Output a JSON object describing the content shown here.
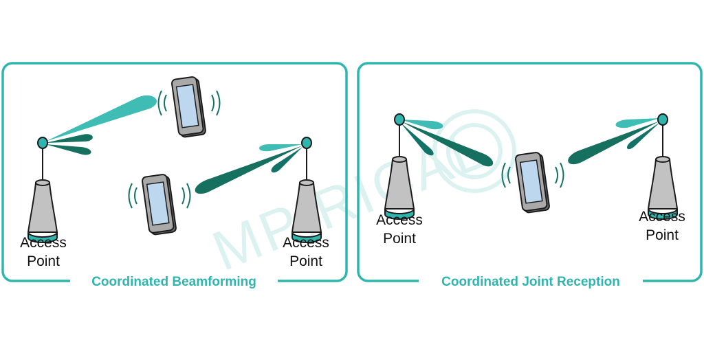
{
  "colors": {
    "teal": "#2fb5ae",
    "teal_dark": "#137268",
    "beam_light": "#3fbdb4",
    "beam_dark": "#16705f",
    "tower_gray": "#c2c2c2",
    "screen": "#bdd7ee",
    "outline": "#1b1b1b"
  },
  "watermark": "MPIRICAL",
  "panels": [
    {
      "title": "Coordinated Beamforming",
      "access_points": [
        {
          "line1": "Access",
          "line2": "Point"
        },
        {
          "line1": "Access",
          "line2": "Point"
        }
      ]
    },
    {
      "title": "Coordinated Joint Reception",
      "access_points": [
        {
          "line1": "Access",
          "line2": "Point"
        },
        {
          "line1": "Access",
          "line2": "Point"
        }
      ]
    }
  ]
}
